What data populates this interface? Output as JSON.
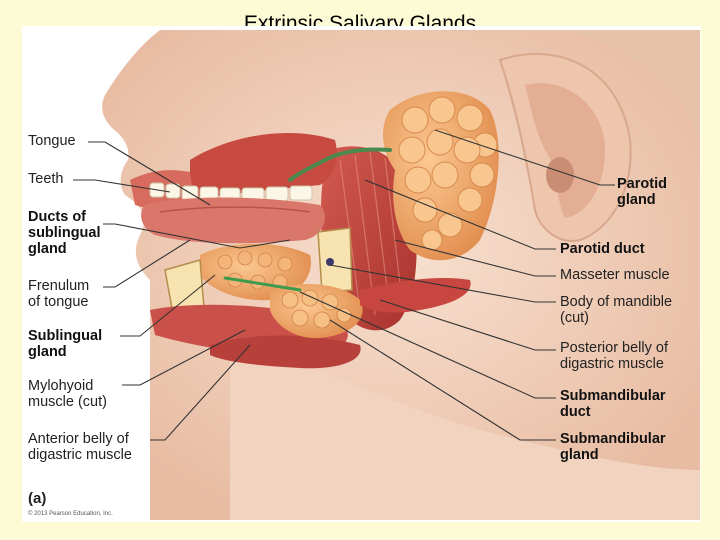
{
  "title": "Extrinsic Salivary Glands",
  "part_label": "(a)",
  "copyright": "© 2013 Pearson Education, Inc.",
  "labels_left": [
    {
      "text": "Tongue",
      "bold": false
    },
    {
      "text": "Teeth",
      "bold": false
    },
    {
      "text": "Ducts of\nsublingual\ngland",
      "bold": true
    },
    {
      "text": "Frenulum\nof tongue",
      "bold": false
    },
    {
      "text": "Sublingual\ngland",
      "bold": true
    },
    {
      "text": "Mylohyoid\nmuscle (cut)",
      "bold": false
    },
    {
      "text": "Anterior belly of\ndigastric muscle",
      "bold": false
    }
  ],
  "labels_right": [
    {
      "text": "Parotid\ngland",
      "bold": true
    },
    {
      "text": "Parotid duct",
      "bold": true
    },
    {
      "text": "Masseter muscle",
      "bold": false
    },
    {
      "text": " Body of mandible\n(cut)",
      "bold": false
    },
    {
      "text": "Posterior belly of\ndigastric muscle",
      "bold": false
    },
    {
      "text": "Submandibular\nduct",
      "bold": true
    },
    {
      "text": "Submandibular\ngland",
      "bold": true
    }
  ],
  "colors": {
    "background": "#fdfbd6",
    "skin": "#f2d5c2",
    "muscle": "#c2473f",
    "gland": "#f0a869",
    "leader_line": "#333333"
  }
}
